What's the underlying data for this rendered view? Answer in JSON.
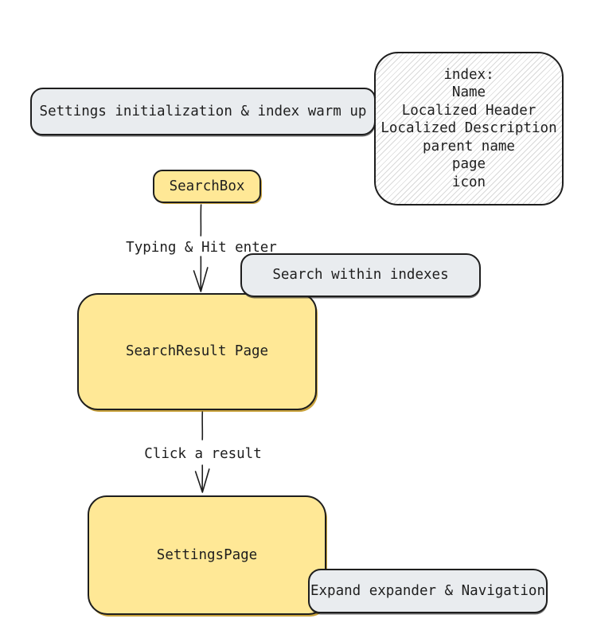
{
  "diagram": {
    "nodes": {
      "settings_init": {
        "label": "Settings initialization & index warm up"
      },
      "index_fields": {
        "lines": [
          "index:",
          "Name",
          "Localized Header",
          "Localized Description",
          "parent name",
          "page",
          "icon"
        ]
      },
      "search_box": {
        "label": "SearchBox"
      },
      "search_within": {
        "label": "Search within indexes"
      },
      "search_result": {
        "label": "SearchResult Page"
      },
      "settings_page": {
        "label": "SettingsPage"
      },
      "expand_nav": {
        "label": "Expand expander & Navigation"
      }
    },
    "edges": {
      "typing": {
        "label": "Typing & Hit enter"
      },
      "click": {
        "label": "Click a result"
      }
    }
  },
  "colors": {
    "node_yellow": "#ffe896",
    "node_gray": "#e9ecef",
    "stroke": "#1e1e1e",
    "yellow_shadow": "#c9a23c",
    "hatch": "#d9d9d9"
  }
}
